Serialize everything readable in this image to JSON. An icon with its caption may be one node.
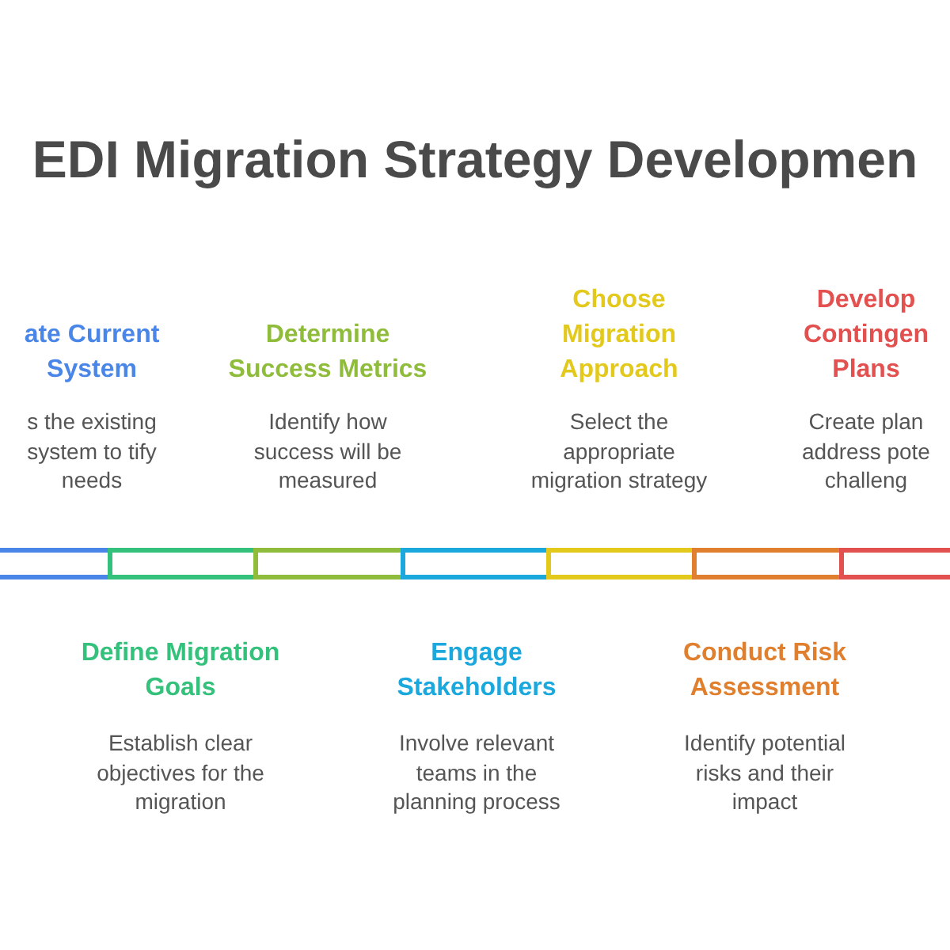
{
  "diagram": {
    "title": "EDI Migration Strategy Developmen",
    "nodes": [
      {
        "text": [],
        "shape": "bar",
        "beside": [
          "ate Current System",
          "s the existing system to tify needs"
        ]
      },
      {
        "text": [],
        "shape": "bar",
        "beside": [
          "Define Migration Goals",
          "Establish clear objectives for the migration"
        ]
      },
      {
        "text": [],
        "shape": "bar",
        "beside": [
          "Determine Success Metrics",
          "Identify how success will be measured"
        ]
      },
      {
        "text": [],
        "shape": "bar",
        "beside": [
          "Engage Stakeholders",
          "Involve relevant teams in the planning process"
        ]
      },
      {
        "text": [],
        "shape": "bar",
        "beside": [
          "Choose Migration Approach",
          "Select the appropriate migration strategy"
        ]
      },
      {
        "text": [],
        "shape": "bar",
        "beside": [
          "Conduct Risk Assessment",
          "Identify potential risks and their impact"
        ]
      },
      {
        "text": [],
        "shape": "bar",
        "beside": [
          "Develop Contingen Plans",
          "Create plan address pote challeng"
        ]
      }
    ]
  }
}
